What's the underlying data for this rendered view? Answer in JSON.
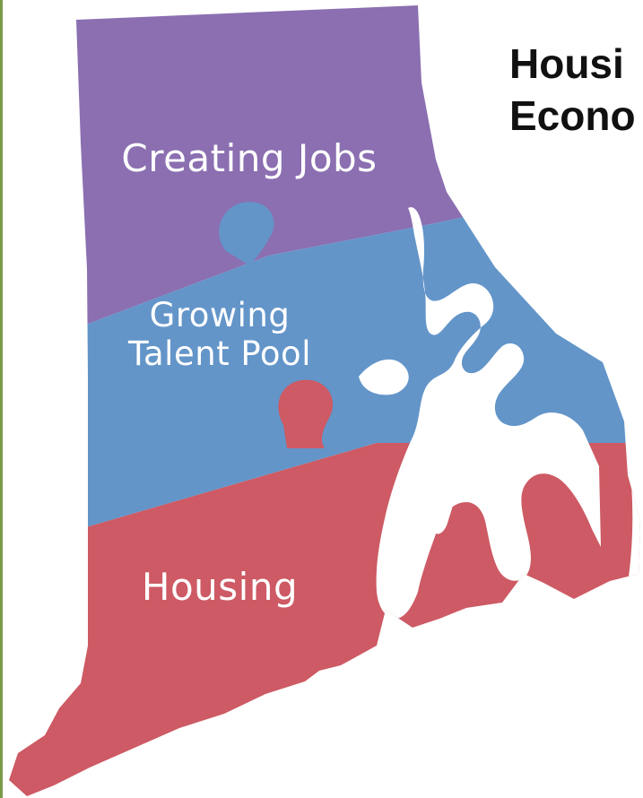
{
  "slide": {
    "title_line1": "Housi",
    "title_line2": "Econo"
  },
  "map": {
    "regions": [
      {
        "id": "jobs",
        "label": "Creating Jobs",
        "color": "#8b6fb1"
      },
      {
        "id": "talent",
        "label_line1": "Growing",
        "label_line2": "Talent Pool",
        "color": "#6395c9"
      },
      {
        "id": "housing",
        "label": "Housing",
        "color": "#cd5a64"
      }
    ]
  },
  "colors": {
    "jobs": "#8b6fb1",
    "talent": "#6395c9",
    "housing": "#cd5a64",
    "water": "#ffffff",
    "border": "#7a9a4a"
  }
}
